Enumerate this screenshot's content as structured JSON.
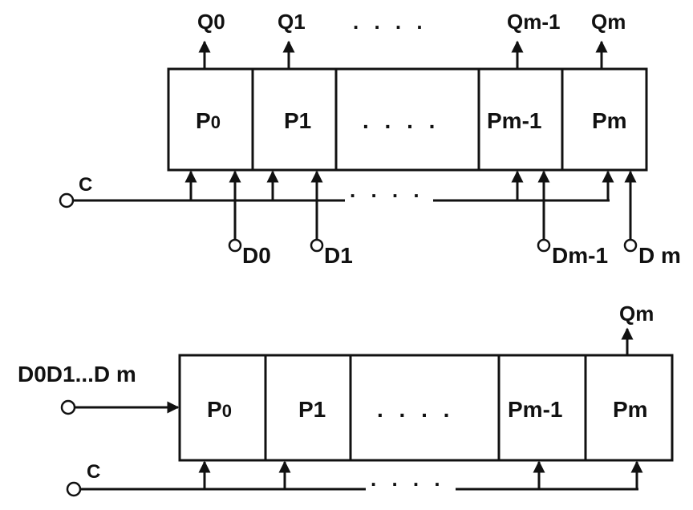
{
  "top_register": {
    "outputs": [
      "Q0",
      "Q1",
      "Qm-1",
      "Qm"
    ],
    "output_ellipsis": ". . . .",
    "cells": [
      "P",
      "P1",
      ". . . .",
      "Pm-1",
      "Pm"
    ],
    "cell_p0_sub": "0",
    "clock_label": "C",
    "clock_ellipsis": ". . . .",
    "inputs": [
      "D0",
      "D1",
      "Dm-1",
      "D m"
    ]
  },
  "bottom_register": {
    "serial_input_label": "D0D1...D m",
    "output": "Qm",
    "cells": [
      "P",
      "P1",
      ". . . .",
      "Pm-1",
      "Pm"
    ],
    "cell_p0_sub": "0",
    "clock_label": "C",
    "clock_ellipsis": ". . . ."
  }
}
